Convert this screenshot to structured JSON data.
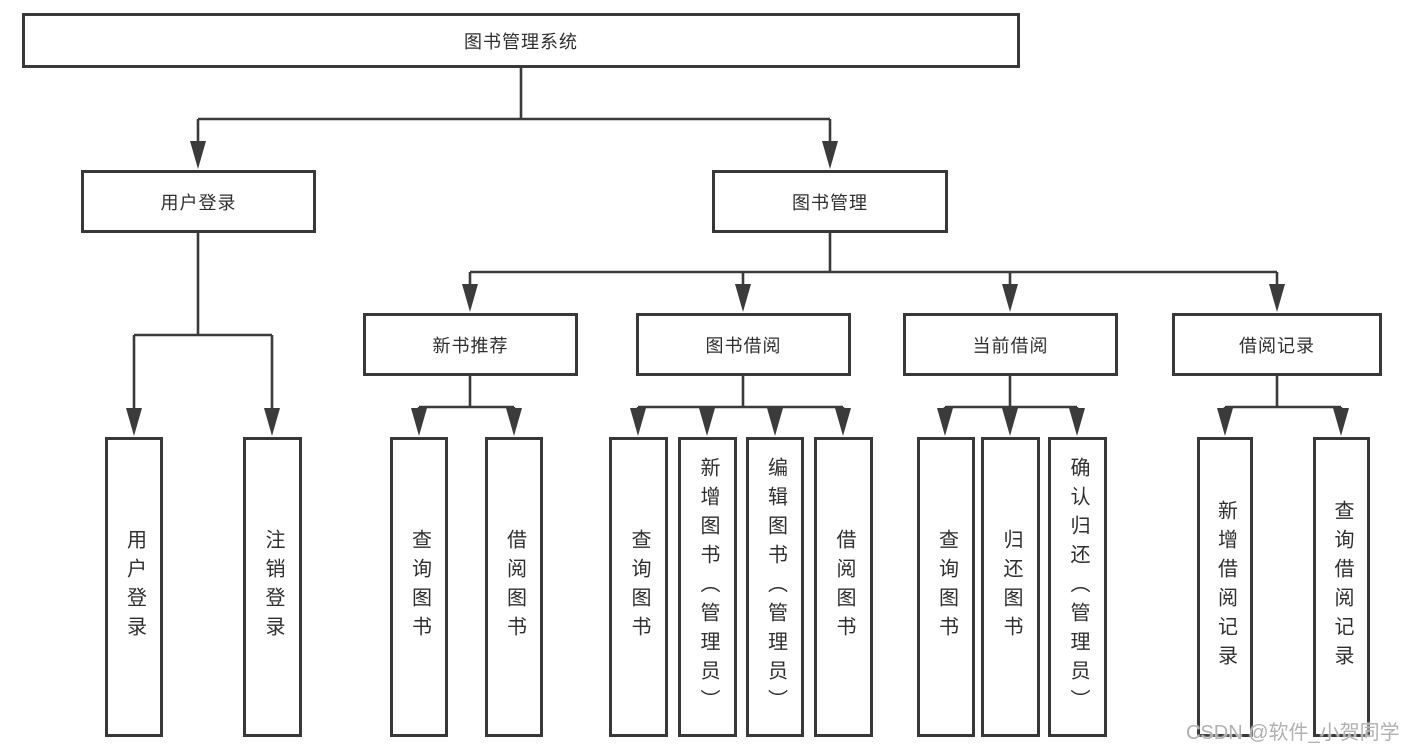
{
  "diagram": {
    "root": {
      "label": "图书管理系统"
    },
    "branches": [
      {
        "label": "用户登录",
        "leaves": [
          "用户登录",
          "注销登录"
        ]
      },
      {
        "label": "图书管理",
        "groups": [
          {
            "label": "新书推荐",
            "leaves": [
              "查询图书",
              "借阅图书"
            ]
          },
          {
            "label": "图书借阅",
            "leaves": [
              "查询图书",
              "新增图书（管理员）",
              "编辑图书（管理员）",
              "借阅图书"
            ]
          },
          {
            "label": "当前借阅",
            "leaves": [
              "查询图书",
              "归还图书",
              "确认归还（管理员）"
            ]
          },
          {
            "label": "借阅记录",
            "leaves": [
              "新增借阅记录",
              "查询借阅记录"
            ]
          }
        ]
      }
    ],
    "watermark": "CSDN @软件_小贺同学",
    "colors": {
      "line": "#3b3b3b",
      "box_border": "#383838",
      "box_background": "#ffffff",
      "text": "#2f2f2f",
      "watermark": "#b1b1b1"
    }
  }
}
